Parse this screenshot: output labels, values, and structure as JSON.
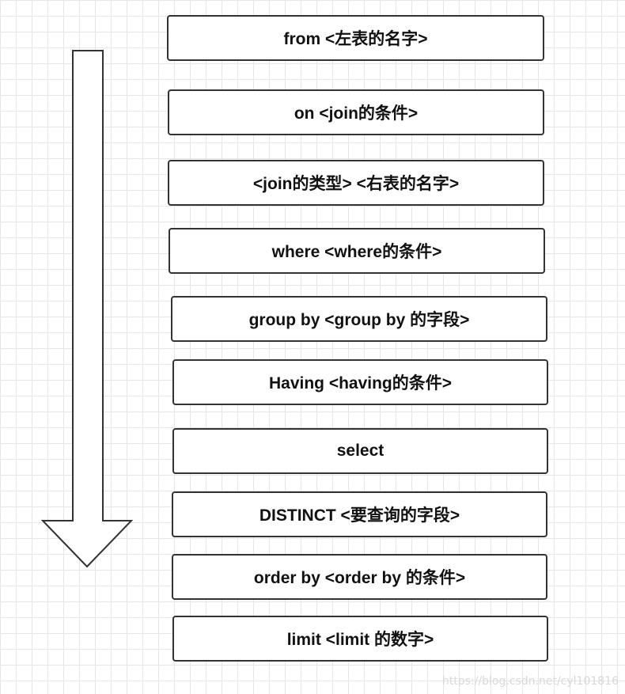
{
  "steps": [
    {
      "label": "from  <左表的名字>"
    },
    {
      "label": "on <join的条件>"
    },
    {
      "label": "<join的类型> <右表的名字>"
    },
    {
      "label": "where <where的条件>"
    },
    {
      "label": "group by <group by 的字段>"
    },
    {
      "label": "Having <having的条件>"
    },
    {
      "label": "select"
    },
    {
      "label": "DISTINCT <要查询的字段>"
    },
    {
      "label": "order by <order by 的条件>"
    },
    {
      "label": "limit <limit 的数字>"
    }
  ],
  "watermark": "https://blog.csdn.net/cyl101816",
  "colors": {
    "border": "#333333",
    "grid": "#e6e6e6",
    "background": "#ffffff"
  },
  "icons": {
    "flow_arrow": "down-arrow-icon"
  }
}
